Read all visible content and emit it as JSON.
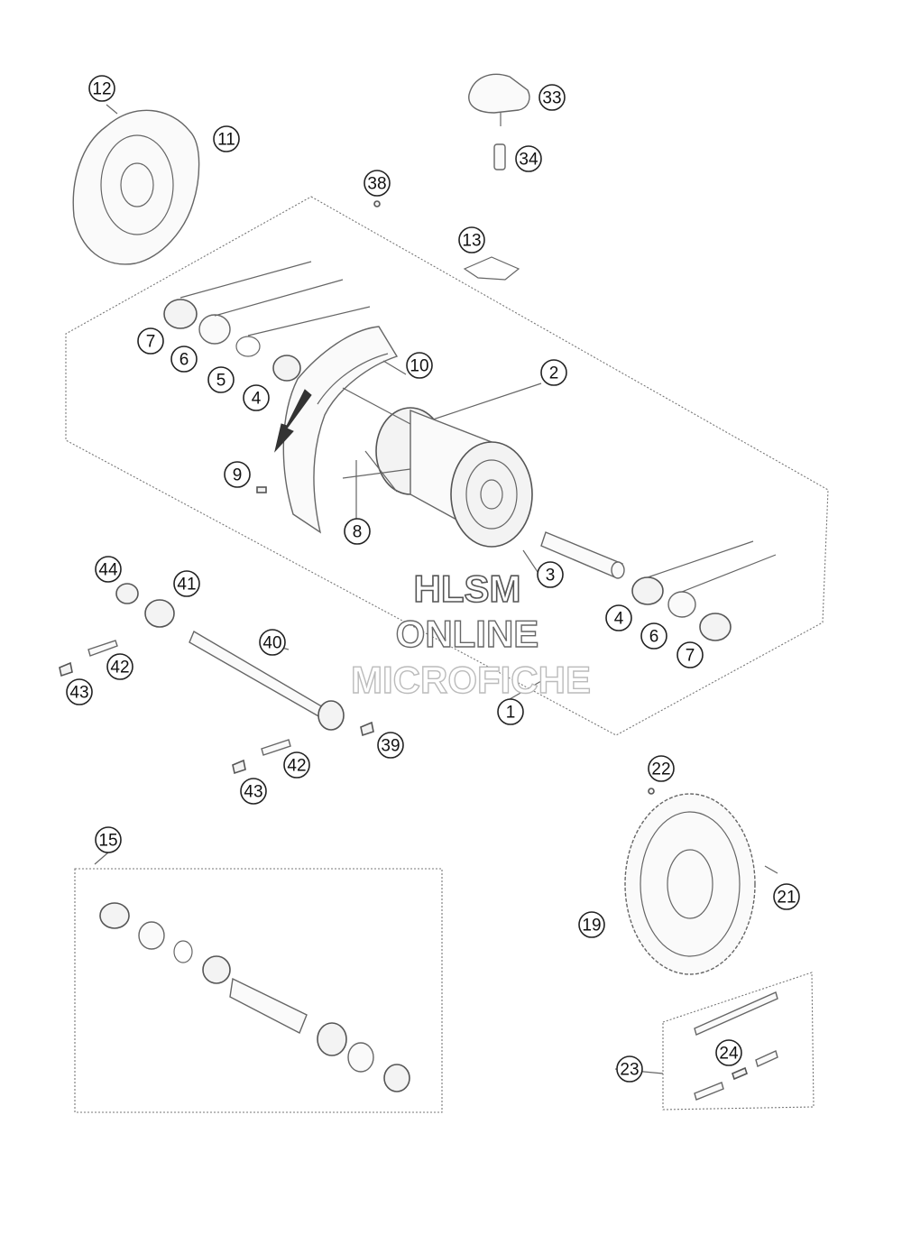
{
  "callouts": [
    {
      "id": "c12",
      "label": "12"
    },
    {
      "id": "c11",
      "label": "11"
    },
    {
      "id": "c33",
      "label": "33"
    },
    {
      "id": "c34",
      "label": "34"
    },
    {
      "id": "c38",
      "label": "38"
    },
    {
      "id": "c13",
      "label": "13"
    },
    {
      "id": "c7a",
      "label": "7"
    },
    {
      "id": "c6a",
      "label": "6"
    },
    {
      "id": "c5",
      "label": "5"
    },
    {
      "id": "c4a",
      "label": "4"
    },
    {
      "id": "c10",
      "label": "10"
    },
    {
      "id": "c2",
      "label": "2"
    },
    {
      "id": "c9",
      "label": "9"
    },
    {
      "id": "c8",
      "label": "8"
    },
    {
      "id": "c3",
      "label": "3"
    },
    {
      "id": "c44",
      "label": "44"
    },
    {
      "id": "c41",
      "label": "41"
    },
    {
      "id": "c40",
      "label": "40"
    },
    {
      "id": "c42a",
      "label": "42"
    },
    {
      "id": "c43a",
      "label": "43"
    },
    {
      "id": "c4b",
      "label": "4"
    },
    {
      "id": "c6b",
      "label": "6"
    },
    {
      "id": "c7b",
      "label": "7"
    },
    {
      "id": "c1",
      "label": "1"
    },
    {
      "id": "c39",
      "label": "39"
    },
    {
      "id": "c42b",
      "label": "42"
    },
    {
      "id": "c43b",
      "label": "43"
    },
    {
      "id": "c22",
      "label": "22"
    },
    {
      "id": "c15",
      "label": "15"
    },
    {
      "id": "c21",
      "label": "21"
    },
    {
      "id": "c19",
      "label": "19"
    },
    {
      "id": "c24",
      "label": "24"
    },
    {
      "id": "c23",
      "label": "23"
    }
  ],
  "watermark": {
    "line1": "HLSM",
    "line2": "ONLINE",
    "line3": "MICROFICHE"
  },
  "colors": {
    "line": "#555555",
    "background": "#ffffff"
  }
}
